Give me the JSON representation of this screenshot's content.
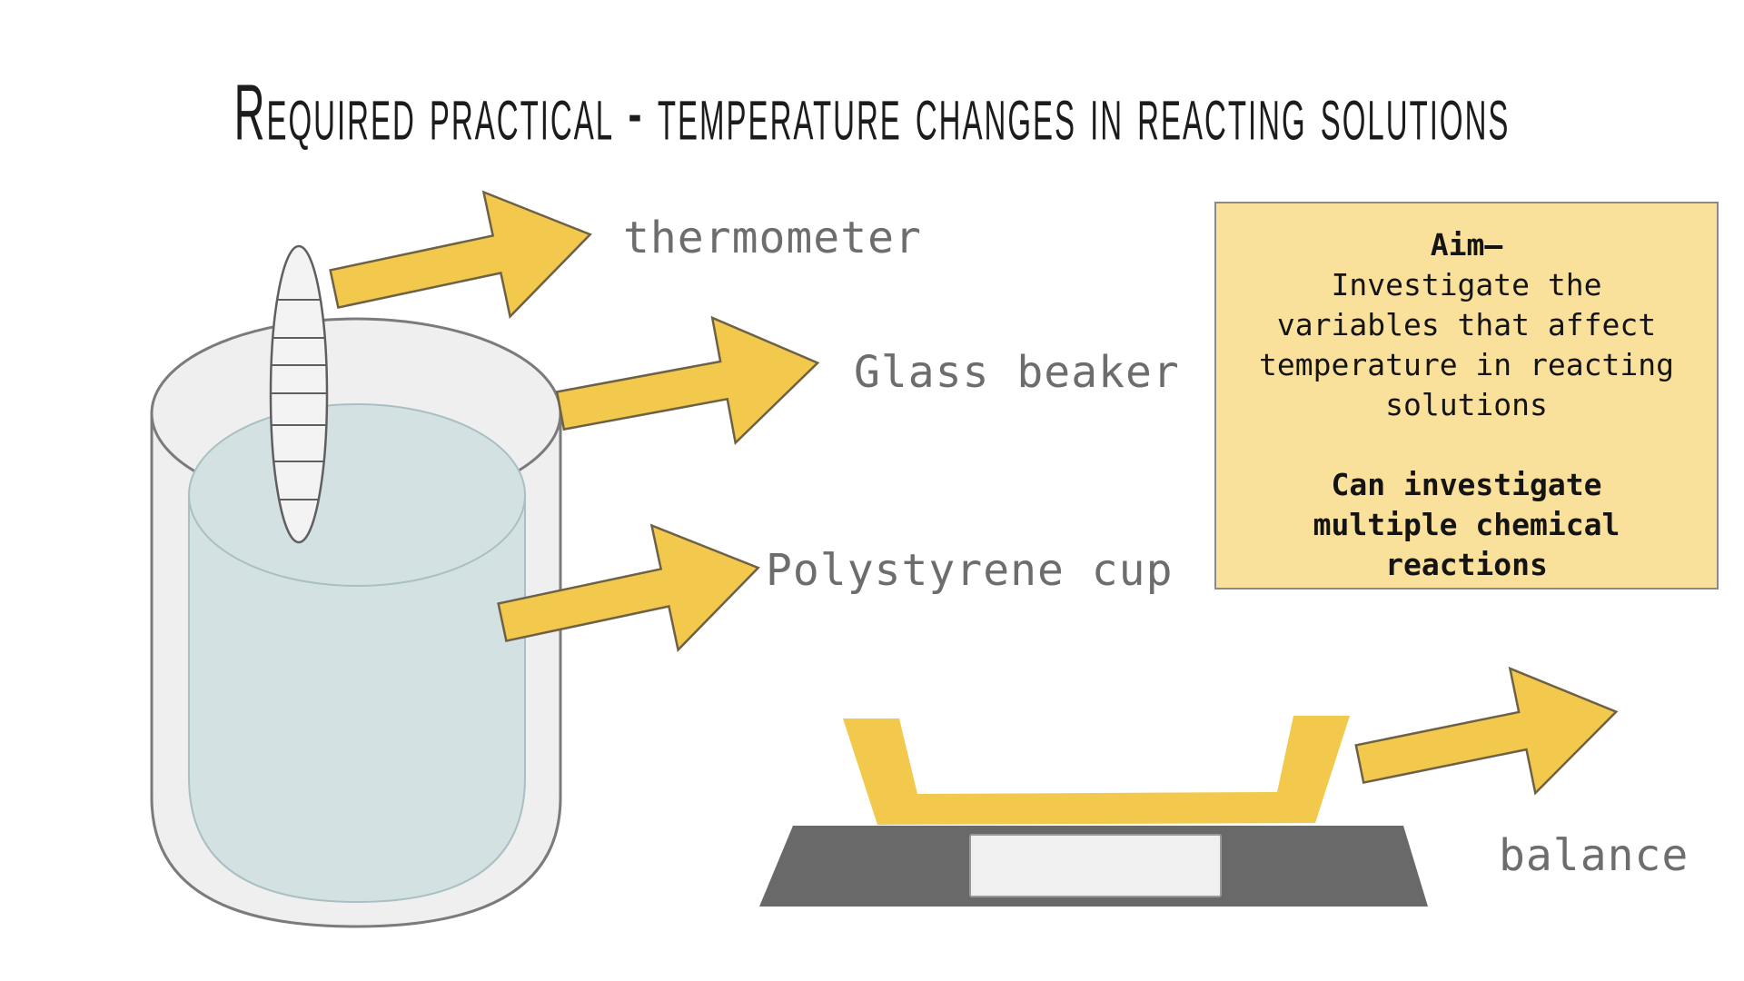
{
  "title": "Required practical - temperature changes in reacting solutions",
  "labels": {
    "thermometer": "thermometer",
    "glass_beaker": "Glass beaker",
    "polystyrene_cup": "Polystyrene cup",
    "balance": "balance"
  },
  "aim_box": {
    "heading": "Aim–",
    "body_lines": [
      "Investigate the",
      "variables that affect",
      "temperature in reacting",
      "solutions"
    ],
    "bold_lines": [
      "Can investigate",
      "multiple chemical",
      "reactions"
    ]
  },
  "icons": {
    "arrows": [
      "thermometer-arrow",
      "glass-beaker-arrow",
      "polystyrene-cup-arrow",
      "balance-arrow"
    ]
  },
  "colors": {
    "arrow_yellow": "#F2C94C",
    "arrow_outline": "#6D6147",
    "aim_box_yellow": "#FAE19B",
    "aim_box_border": "#8A8A8A",
    "label_gray": "#6D6D6D",
    "liquid_blue": "#D3E1E3",
    "glass_gray": "#EFEFEF",
    "balance_base_gray": "#696969",
    "title_black": "#1C1C1C"
  }
}
